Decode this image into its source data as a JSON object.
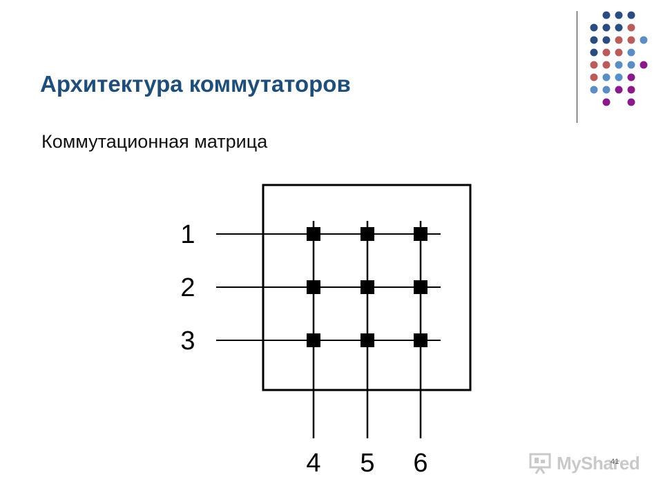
{
  "slide": {
    "title": "Архитектура коммутаторов",
    "subtitle": "Коммутационная матрица",
    "page_number": "41",
    "watermark": "MyShared",
    "title_color": "#1F4E79"
  },
  "decor": {
    "dot_palette": [
      "#2B4C7E",
      "#B85C5C",
      "#5B8CC4",
      "#8A1A8A"
    ]
  },
  "matrix": {
    "input_labels": [
      "1",
      "2",
      "3"
    ],
    "output_labels": [
      "4",
      "5",
      "6"
    ]
  }
}
